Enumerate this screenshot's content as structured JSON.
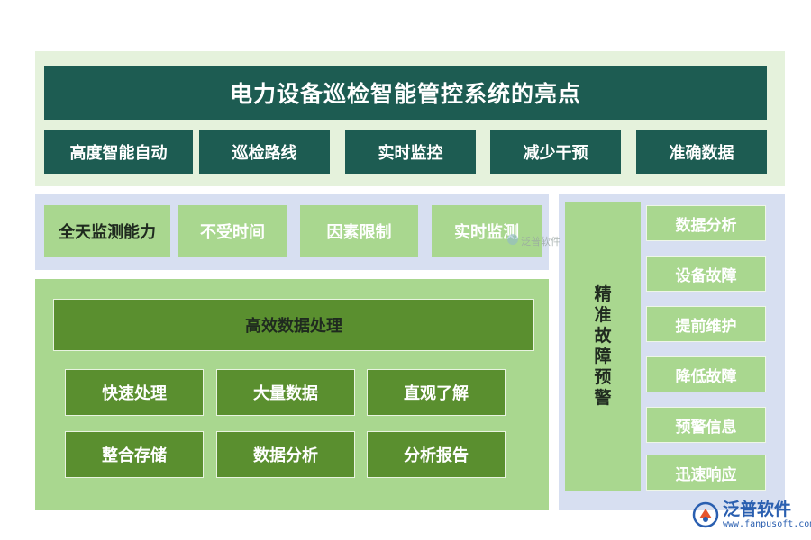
{
  "title": "电力设备巡检智能管控系统的亮点",
  "features": [
    "高度智能自动",
    "巡检路线",
    "实时监控",
    "减少干预",
    "准确数据"
  ],
  "monitoring": [
    "全天监测能力",
    "不受时间",
    "因素限制",
    "实时监测"
  ],
  "data_processing": {
    "title": "高效数据处理",
    "items": [
      "快速处理",
      "大量数据",
      "直观了解",
      "整合存储",
      "数据分析",
      "分析报告"
    ]
  },
  "fault_warning": {
    "title_chars": [
      "精",
      "准",
      "故",
      "障",
      "预",
      "警"
    ],
    "items": [
      "数据分析",
      "设备故障",
      "提前维护",
      "降低故障",
      "预警信息",
      "迅速响应"
    ]
  },
  "watermark_mid": "泛普软件",
  "brand": {
    "name": "泛普软件",
    "url": "www.fanpusoft.com"
  },
  "colors": {
    "dark_teal": "#1d5c52",
    "light_green": "#a9d78f",
    "mid_green": "#5a8f2f",
    "pale_green": "#e5f2dc",
    "pale_blue": "#d7dff1"
  }
}
